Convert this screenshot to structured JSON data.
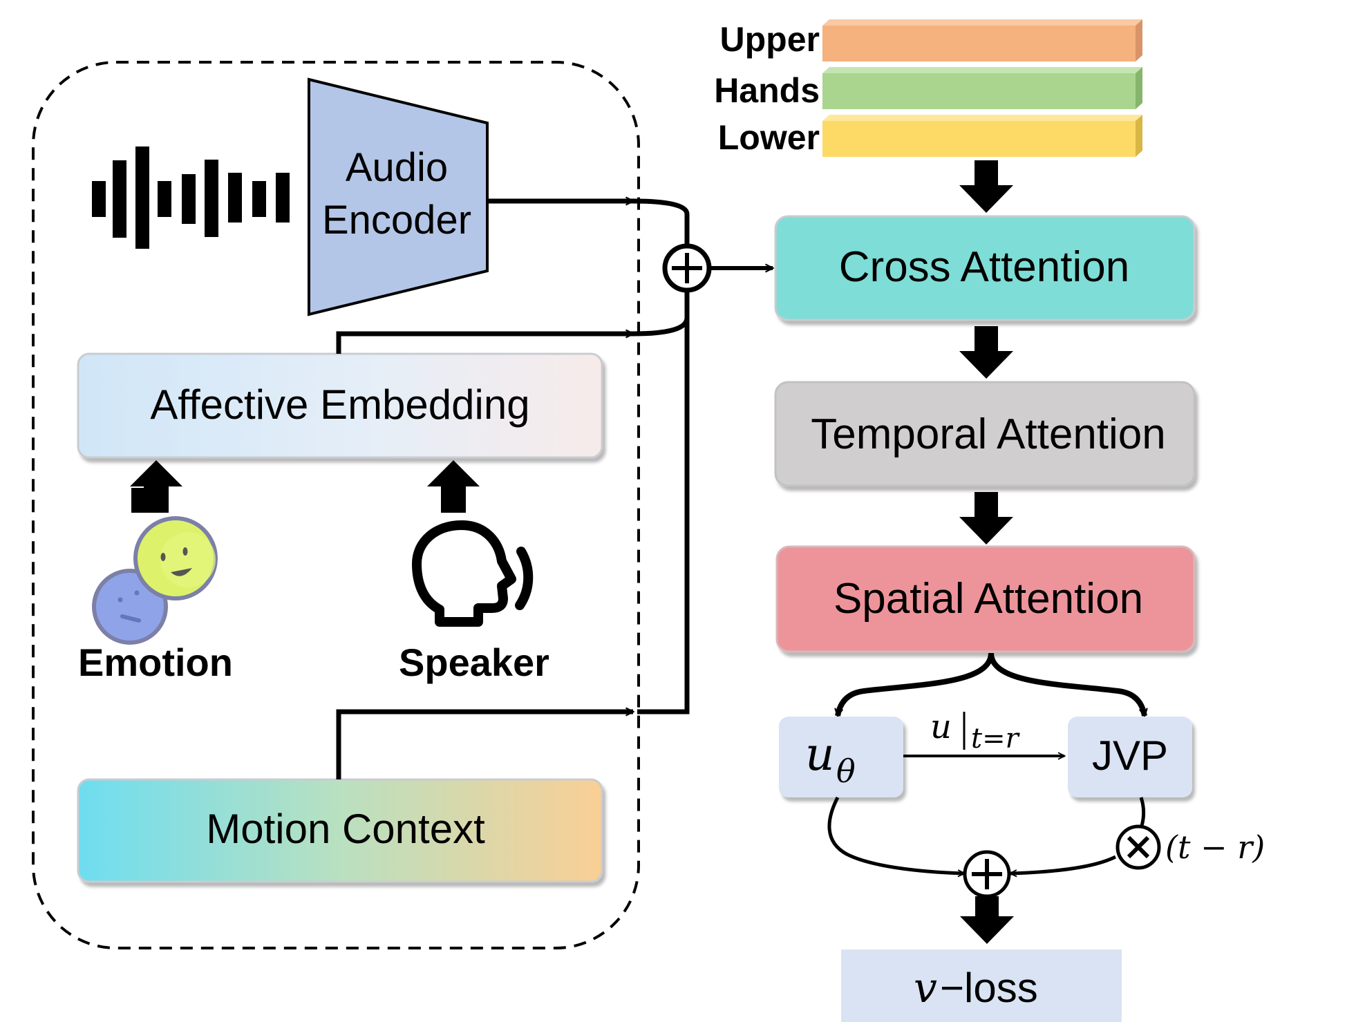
{
  "inputs": {
    "audio_encoder_line1": "Audio",
    "audio_encoder_line2": "Encoder",
    "affective_embedding": "Affective Embedding",
    "emotion_label": "Emotion",
    "speaker_label": "Speaker",
    "motion_context": "Motion Context"
  },
  "body_parts": {
    "upper": "Upper",
    "hands": "Hands",
    "lower": "Lower"
  },
  "blocks": {
    "cross_attention": "Cross Attention",
    "temporal_attention": "Temporal Attention",
    "spatial_attention": "Spatial Attention"
  },
  "loss": {
    "u_theta_base": "u",
    "u_theta_sub": "θ",
    "jvp": "JVP",
    "u_eval_base": "u",
    "u_eval_sub": "t=r",
    "scale_label": "(t − r)",
    "v_loss_var": "v",
    "v_loss_text": "−loss"
  },
  "colors": {
    "upper": "#F5B17E",
    "hands": "#A9D58E",
    "lower": "#FDD965",
    "audio_encoder": "#B4C6E7",
    "cross_attention": "#7EDDD6",
    "temporal_attention": "#D0CECE",
    "spatial_attention": "#ED949A",
    "loss_box": "#DAE3F3",
    "emotion_smile": "#DDF26A",
    "emotion_neutral": "#8FA3E8"
  }
}
